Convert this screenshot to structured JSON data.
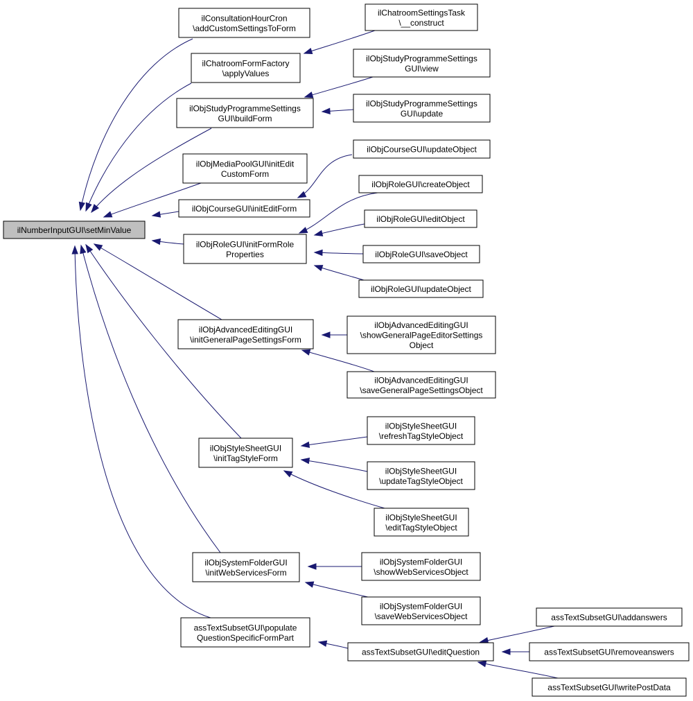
{
  "colors": {
    "edge": "#191970",
    "root_fill": "#bfbfbf",
    "node_fill": "#ffffff",
    "node_border": "#000000"
  },
  "nodes": {
    "root": {
      "lines": [
        "ilNumberInputGUI\\setMinValue"
      ]
    },
    "cons_cron": {
      "lines": [
        "ilConsultationHourCron",
        "\\addCustomSettingsToForm"
      ]
    },
    "chat_factory": {
      "lines": [
        "ilChatroomFormFactory",
        "\\applyValues"
      ]
    },
    "study_build": {
      "lines": [
        "ilObjStudyProgrammeSettings",
        "GUI\\buildForm"
      ]
    },
    "mediapool": {
      "lines": [
        "ilObjMediaPoolGUI\\initEdit",
        "CustomForm"
      ]
    },
    "course_init": {
      "lines": [
        "ilObjCourseGUI\\initEditForm"
      ]
    },
    "role_init": {
      "lines": [
        "ilObjRoleGUI\\initFormRole",
        "Properties"
      ]
    },
    "adv_init": {
      "lines": [
        "ilObjAdvancedEditingGUI",
        "\\initGeneralPageSettingsForm"
      ]
    },
    "style_init": {
      "lines": [
        "ilObjStyleSheetGUI",
        "\\initTagStyleForm"
      ]
    },
    "sysfolder_init": {
      "lines": [
        "ilObjSystemFolderGUI",
        "\\initWebServicesForm"
      ]
    },
    "ass_populate": {
      "lines": [
        "assTextSubsetGUI\\populate",
        "QuestionSpecificFormPart"
      ]
    },
    "chat_task": {
      "lines": [
        "ilChatroomSettingsTask",
        "\\__construct"
      ]
    },
    "study_view": {
      "lines": [
        "ilObjStudyProgrammeSettings",
        "GUI\\view"
      ]
    },
    "study_update": {
      "lines": [
        "ilObjStudyProgrammeSettings",
        "GUI\\update"
      ]
    },
    "course_update": {
      "lines": [
        "ilObjCourseGUI\\updateObject"
      ]
    },
    "role_create": {
      "lines": [
        "ilObjRoleGUI\\createObject"
      ]
    },
    "role_edit": {
      "lines": [
        "ilObjRoleGUI\\editObject"
      ]
    },
    "role_save": {
      "lines": [
        "ilObjRoleGUI\\saveObject"
      ]
    },
    "role_update": {
      "lines": [
        "ilObjRoleGUI\\updateObject"
      ]
    },
    "adv_show": {
      "lines": [
        "ilObjAdvancedEditingGUI",
        "\\showGeneralPageEditorSettings",
        "Object"
      ]
    },
    "adv_save": {
      "lines": [
        "ilObjAdvancedEditingGUI",
        "\\saveGeneralPageSettingsObject"
      ]
    },
    "style_refresh": {
      "lines": [
        "ilObjStyleSheetGUI",
        "\\refreshTagStyleObject"
      ]
    },
    "style_update": {
      "lines": [
        "ilObjStyleSheetGUI",
        "\\updateTagStyleObject"
      ]
    },
    "style_edit": {
      "lines": [
        "ilObjStyleSheetGUI",
        "\\editTagStyleObject"
      ]
    },
    "sysfolder_show": {
      "lines": [
        "ilObjSystemFolderGUI",
        "\\showWebServicesObject"
      ]
    },
    "sysfolder_save": {
      "lines": [
        "ilObjSystemFolderGUI",
        "\\saveWebServicesObject"
      ]
    },
    "ass_edit": {
      "lines": [
        "assTextSubsetGUI\\editQuestion"
      ]
    },
    "ass_add": {
      "lines": [
        "assTextSubsetGUI\\addanswers"
      ]
    },
    "ass_remove": {
      "lines": [
        "assTextSubsetGUI\\removeanswers"
      ]
    },
    "ass_write": {
      "lines": [
        "assTextSubsetGUI\\writePostData"
      ]
    }
  },
  "edges": [
    {
      "from": "cons_cron",
      "to": "root"
    },
    {
      "from": "chat_factory",
      "to": "root"
    },
    {
      "from": "study_build",
      "to": "root"
    },
    {
      "from": "mediapool",
      "to": "root"
    },
    {
      "from": "course_init",
      "to": "root"
    },
    {
      "from": "role_init",
      "to": "root"
    },
    {
      "from": "adv_init",
      "to": "root"
    },
    {
      "from": "style_init",
      "to": "root"
    },
    {
      "from": "sysfolder_init",
      "to": "root"
    },
    {
      "from": "ass_populate",
      "to": "root"
    },
    {
      "from": "chat_task",
      "to": "chat_factory"
    },
    {
      "from": "study_view",
      "to": "study_build"
    },
    {
      "from": "study_update",
      "to": "study_build"
    },
    {
      "from": "course_update",
      "to": "course_init"
    },
    {
      "from": "role_create",
      "to": "role_init"
    },
    {
      "from": "role_edit",
      "to": "role_init"
    },
    {
      "from": "role_save",
      "to": "role_init"
    },
    {
      "from": "role_update",
      "to": "role_init"
    },
    {
      "from": "adv_show",
      "to": "adv_init"
    },
    {
      "from": "adv_save",
      "to": "adv_init"
    },
    {
      "from": "style_refresh",
      "to": "style_init"
    },
    {
      "from": "style_update",
      "to": "style_init"
    },
    {
      "from": "style_edit",
      "to": "style_init"
    },
    {
      "from": "sysfolder_show",
      "to": "sysfolder_init"
    },
    {
      "from": "sysfolder_save",
      "to": "sysfolder_init"
    },
    {
      "from": "ass_edit",
      "to": "ass_populate"
    },
    {
      "from": "ass_add",
      "to": "ass_edit"
    },
    {
      "from": "ass_remove",
      "to": "ass_edit"
    },
    {
      "from": "ass_write",
      "to": "ass_edit"
    }
  ]
}
